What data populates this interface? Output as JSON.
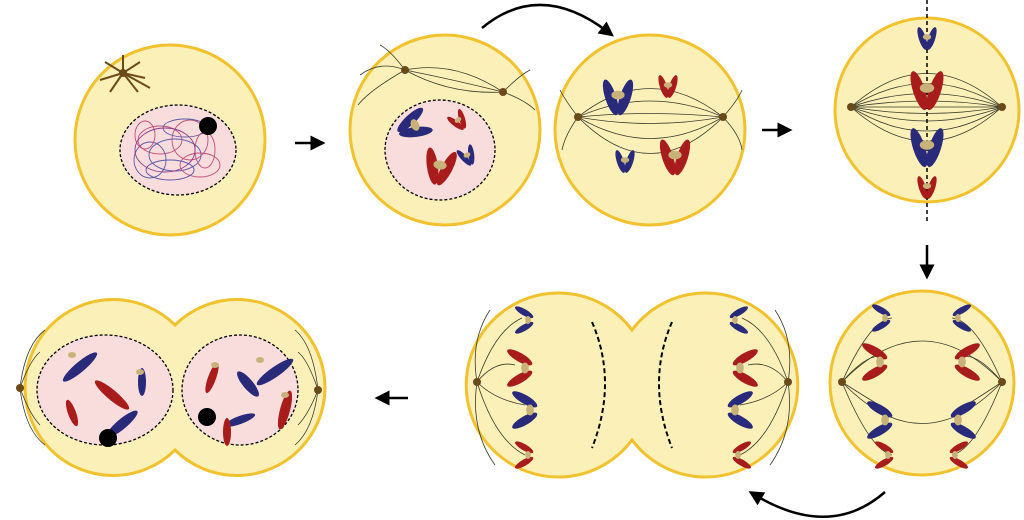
{
  "diagram": {
    "stages": [
      {
        "id": "interphase"
      },
      {
        "id": "prophase"
      },
      {
        "id": "prometaphase"
      },
      {
        "id": "metaphase"
      },
      {
        "id": "anaphase"
      },
      {
        "id": "telophase"
      },
      {
        "id": "cytokinesis"
      }
    ],
    "colors": {
      "cell_fill": "#fbf1b8",
      "cell_stroke": "#f2c12e",
      "nucleus_fill": "#f9dcdc",
      "chromatid_blue": "#2a2a7a",
      "chromatid_red": "#a81c1c",
      "centromere": "#c9b27a",
      "centrosome": "#6b4a1a",
      "spindle": "#3a3a2a",
      "nucleolus": "#000000",
      "arrow": "#000000"
    },
    "icons": [
      "step-arrow-icon",
      "curved-arrow-icon"
    ]
  }
}
